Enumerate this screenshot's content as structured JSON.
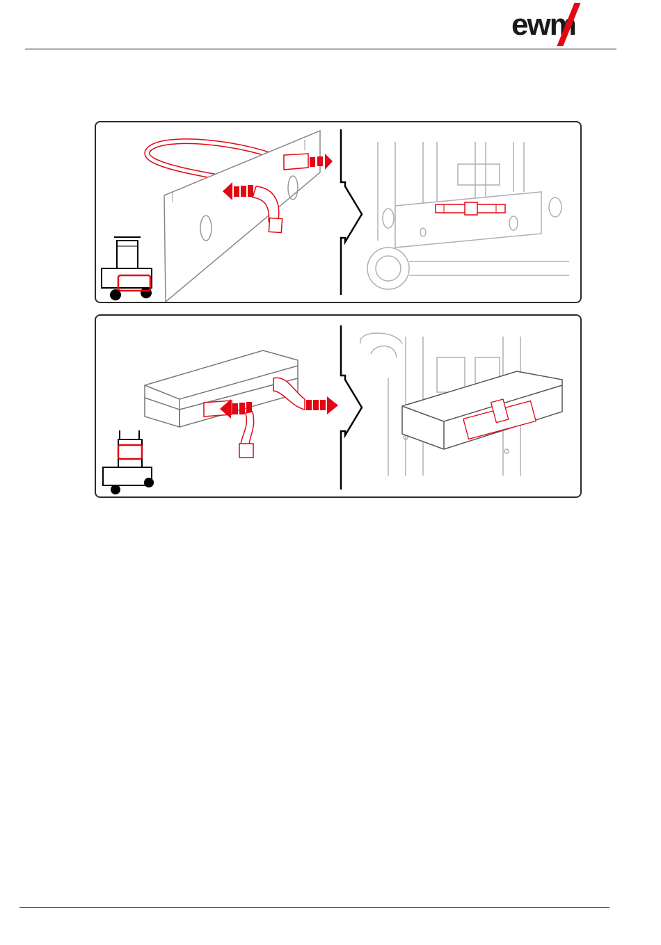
{
  "header": {
    "logo": "ewm",
    "brand_red": "#e30613"
  },
  "panels": [
    {
      "name": "panel-holder-plate",
      "step_icon": "mounting-location-plate-icon"
    },
    {
      "name": "panel-holder-tray",
      "step_icon": "mounting-location-tray-icon"
    }
  ],
  "colors": {
    "line": "#2b2b2b",
    "gray": "#a8a8a8",
    "accent": "#e30613"
  }
}
